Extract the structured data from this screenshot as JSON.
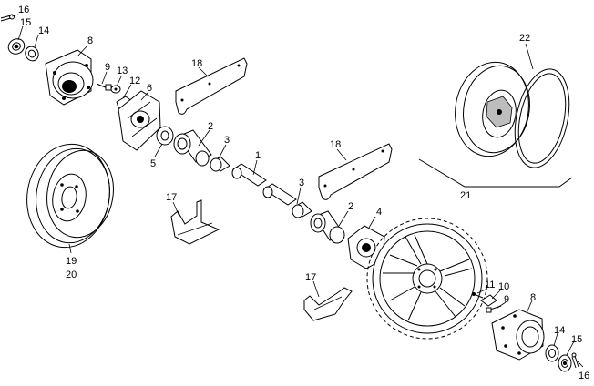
{
  "callouts": {
    "c16a": "16",
    "c15a": "15",
    "c14a": "14",
    "c8a": "8",
    "c9a": "9",
    "c13": "13",
    "c12": "12",
    "c6": "6",
    "c18a": "18",
    "c2a": "2",
    "c3a": "3",
    "c1": "1",
    "c5": "5",
    "c17a": "17",
    "c19": "19",
    "c20": "20",
    "c18b": "18",
    "c3b": "3",
    "c2b": "2",
    "c4": "4",
    "c22": "22",
    "c21": "21",
    "c17b": "17",
    "c11": "11",
    "c10": "10",
    "c9b": "9",
    "c8b": "8",
    "c14b": "14",
    "c15b": "15",
    "c16b": "16"
  }
}
